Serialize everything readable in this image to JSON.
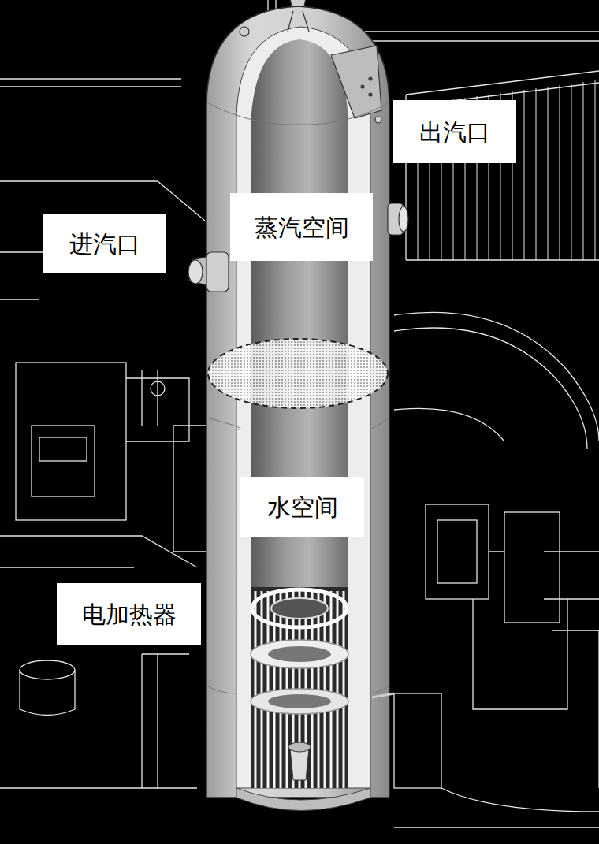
{
  "diagram": {
    "nodes": [
      {
        "text": [
          "出汽口"
        ]
      },
      {
        "text": [
          "蒸汽空间"
        ]
      },
      {
        "text": [
          "进汽口"
        ]
      },
      {
        "text": [
          "水空间"
        ]
      },
      {
        "text": [
          "电加热器"
        ]
      }
    ]
  }
}
